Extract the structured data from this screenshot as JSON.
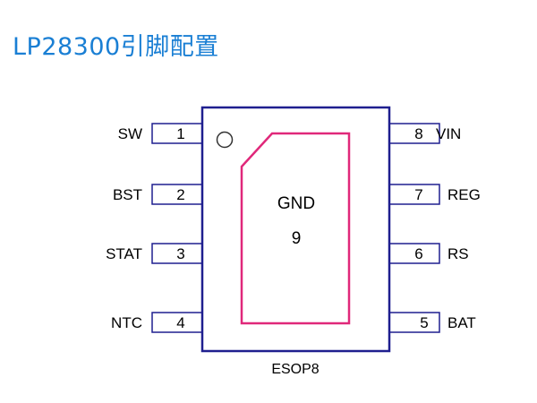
{
  "title": "LP28300引脚配置",
  "package": "ESOP8",
  "pad": {
    "label": "GND",
    "number": "9"
  },
  "colors": {
    "title": "#1a7fd4",
    "outline": "#1f1f8f",
    "pad": "#e0287a"
  },
  "icons": {
    "pin1_marker": "circle-icon"
  },
  "pins": [
    {
      "number": "1",
      "name": "SW"
    },
    {
      "number": "2",
      "name": "BST"
    },
    {
      "number": "3",
      "name": "STAT"
    },
    {
      "number": "4",
      "name": "NTC"
    },
    {
      "number": "5",
      "name": "BAT"
    },
    {
      "number": "6",
      "name": "RS"
    },
    {
      "number": "7",
      "name": "REG"
    },
    {
      "number": "8",
      "name": "VIN"
    }
  ]
}
